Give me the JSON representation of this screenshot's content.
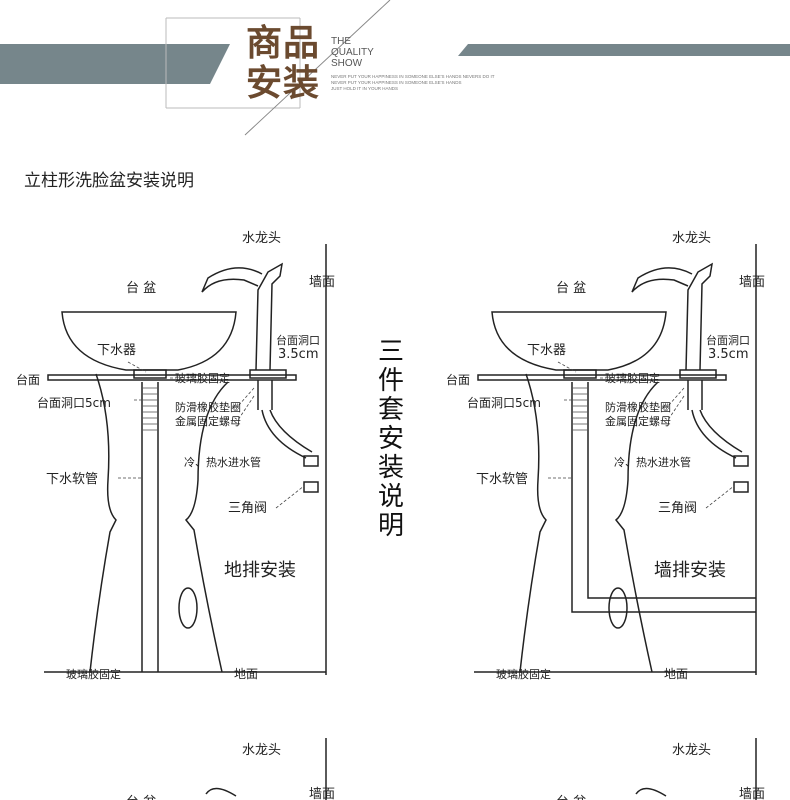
{
  "banner": {
    "title_line1": "商品",
    "title_line2": "安装",
    "en_line1": "THE",
    "en_line2": "QUALITY",
    "en_line3": "SHOW",
    "tiny_line1": "NEVER PUT YOUR HAPPINESS IN SOMEONE ELSE'S HANDS NEVERS DO IT",
    "tiny_line2": "NEVER PUT YOUR HAPPINESS IN SOMEONE ELSE'S HANDS",
    "tiny_line3": "JUST HOLD IT IN YOUR HANDS",
    "colors": {
      "title": "#6b4a2f",
      "bar": "#76868b"
    }
  },
  "heading": "立柱形洗脸盆安装说明",
  "vertical_title": [
    "三",
    "件",
    "套",
    "安",
    "装",
    "说",
    "明"
  ],
  "diagrams": [
    {
      "faucet": "水龙头",
      "wall": "墙面",
      "basin": "台 盆",
      "drain": "下水器",
      "counter": "台面",
      "glue": "玻璃胶固定",
      "counter_hole_faucet": "台面洞口",
      "hole_size_faucet": "3.5cm",
      "counter_hole_drain": "台面洞口5cm",
      "gasket": "防滑橡胶垫圈",
      "nut": "金属固定螺母",
      "inlet": "冷、热水进水管",
      "drain_hose": "下水软管",
      "valve": "三角阀",
      "type": "地排安装",
      "glue_bottom": "玻璃胶固定",
      "floor": "地面"
    },
    {
      "faucet": "水龙头",
      "wall": "墙面",
      "basin": "台 盆",
      "drain": "下水器",
      "counter": "台面",
      "glue": "玻璃胶固定",
      "counter_hole_faucet": "台面洞口",
      "hole_size_faucet": "3.5cm",
      "counter_hole_drain": "台面洞口5cm",
      "gasket": "防滑橡胶垫圈",
      "nut": "金属固定螺母",
      "inlet": "冷、热水进水管",
      "drain_hose": "下水软管",
      "valve": "三角阀",
      "type": "墙排安装",
      "glue_bottom": "玻璃胶固定",
      "floor": "地面"
    }
  ],
  "bottom_partial": {
    "faucet_left": "水龙头",
    "wall_left": "墙面",
    "basin_left": "台 盆",
    "faucet_right": "水龙头",
    "wall_right": "墙面",
    "basin_right": "台 盆"
  }
}
